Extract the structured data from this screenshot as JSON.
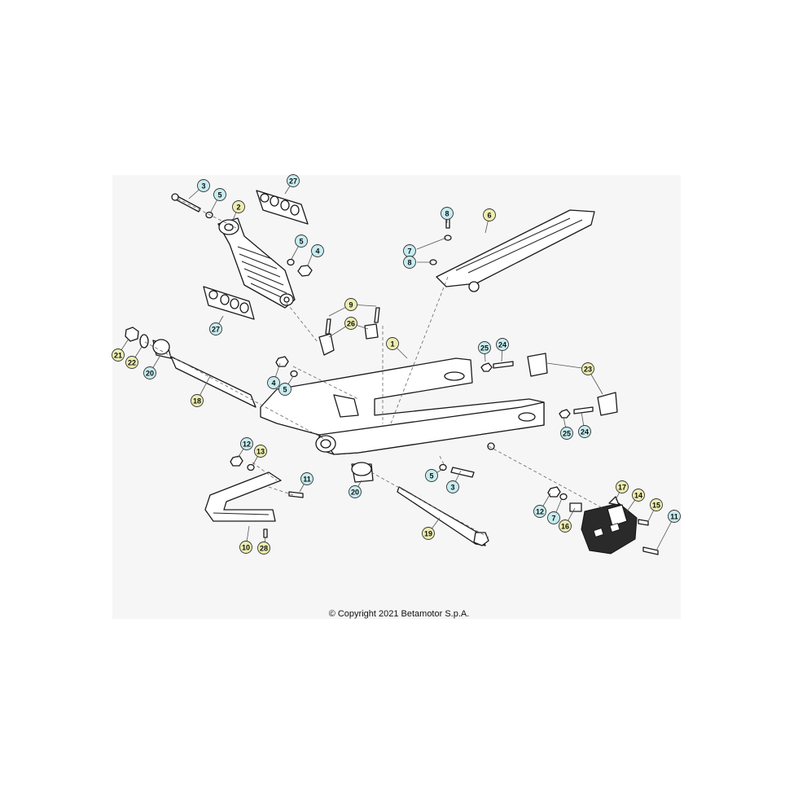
{
  "copyright": "© Copyright 2021 Betamotor S.p.A.",
  "colors": {
    "callout_yellow": "#ecedb0",
    "callout_cyan": "#c7ecef",
    "panel_background": "#f6f6f6"
  },
  "callouts": [
    {
      "id": "c1",
      "label": "1",
      "color": "yellow"
    },
    {
      "id": "c2",
      "label": "2",
      "color": "yellow"
    },
    {
      "id": "c3a",
      "label": "3",
      "color": "cyan"
    },
    {
      "id": "c3b",
      "label": "3",
      "color": "cyan"
    },
    {
      "id": "c4a",
      "label": "4",
      "color": "cyan"
    },
    {
      "id": "c4b",
      "label": "4",
      "color": "cyan"
    },
    {
      "id": "c5a",
      "label": "5",
      "color": "cyan"
    },
    {
      "id": "c5b",
      "label": "5",
      "color": "cyan"
    },
    {
      "id": "c5c",
      "label": "5",
      "color": "cyan"
    },
    {
      "id": "c5d",
      "label": "5",
      "color": "cyan"
    },
    {
      "id": "c6",
      "label": "6",
      "color": "yellow"
    },
    {
      "id": "c7a",
      "label": "7",
      "color": "cyan"
    },
    {
      "id": "c7b",
      "label": "7",
      "color": "cyan"
    },
    {
      "id": "c8a",
      "label": "8",
      "color": "cyan"
    },
    {
      "id": "c8b",
      "label": "8",
      "color": "cyan"
    },
    {
      "id": "c9",
      "label": "9",
      "color": "yellow"
    },
    {
      "id": "c10",
      "label": "10",
      "color": "yellow"
    },
    {
      "id": "c11a",
      "label": "11",
      "color": "cyan"
    },
    {
      "id": "c11b",
      "label": "11",
      "color": "cyan"
    },
    {
      "id": "c12a",
      "label": "12",
      "color": "cyan"
    },
    {
      "id": "c12b",
      "label": "12",
      "color": "cyan"
    },
    {
      "id": "c13",
      "label": "13",
      "color": "yellow"
    },
    {
      "id": "c14",
      "label": "14",
      "color": "yellow"
    },
    {
      "id": "c15",
      "label": "15",
      "color": "yellow"
    },
    {
      "id": "c16",
      "label": "16",
      "color": "yellow"
    },
    {
      "id": "c17",
      "label": "17",
      "color": "yellow"
    },
    {
      "id": "c18",
      "label": "18",
      "color": "yellow"
    },
    {
      "id": "c19",
      "label": "19",
      "color": "yellow"
    },
    {
      "id": "c20a",
      "label": "20",
      "color": "cyan"
    },
    {
      "id": "c20b",
      "label": "20",
      "color": "cyan"
    },
    {
      "id": "c21",
      "label": "21",
      "color": "yellow"
    },
    {
      "id": "c22",
      "label": "22",
      "color": "yellow"
    },
    {
      "id": "c23",
      "label": "23",
      "color": "yellow"
    },
    {
      "id": "c24a",
      "label": "24",
      "color": "cyan"
    },
    {
      "id": "c24b",
      "label": "24",
      "color": "cyan"
    },
    {
      "id": "c25a",
      "label": "25",
      "color": "cyan"
    },
    {
      "id": "c25b",
      "label": "25",
      "color": "cyan"
    },
    {
      "id": "c26",
      "label": "26",
      "color": "yellow"
    },
    {
      "id": "c27a",
      "label": "27",
      "color": "cyan"
    },
    {
      "id": "c27b",
      "label": "27",
      "color": "cyan"
    },
    {
      "id": "c28",
      "label": "28",
      "color": "yellow"
    }
  ]
}
